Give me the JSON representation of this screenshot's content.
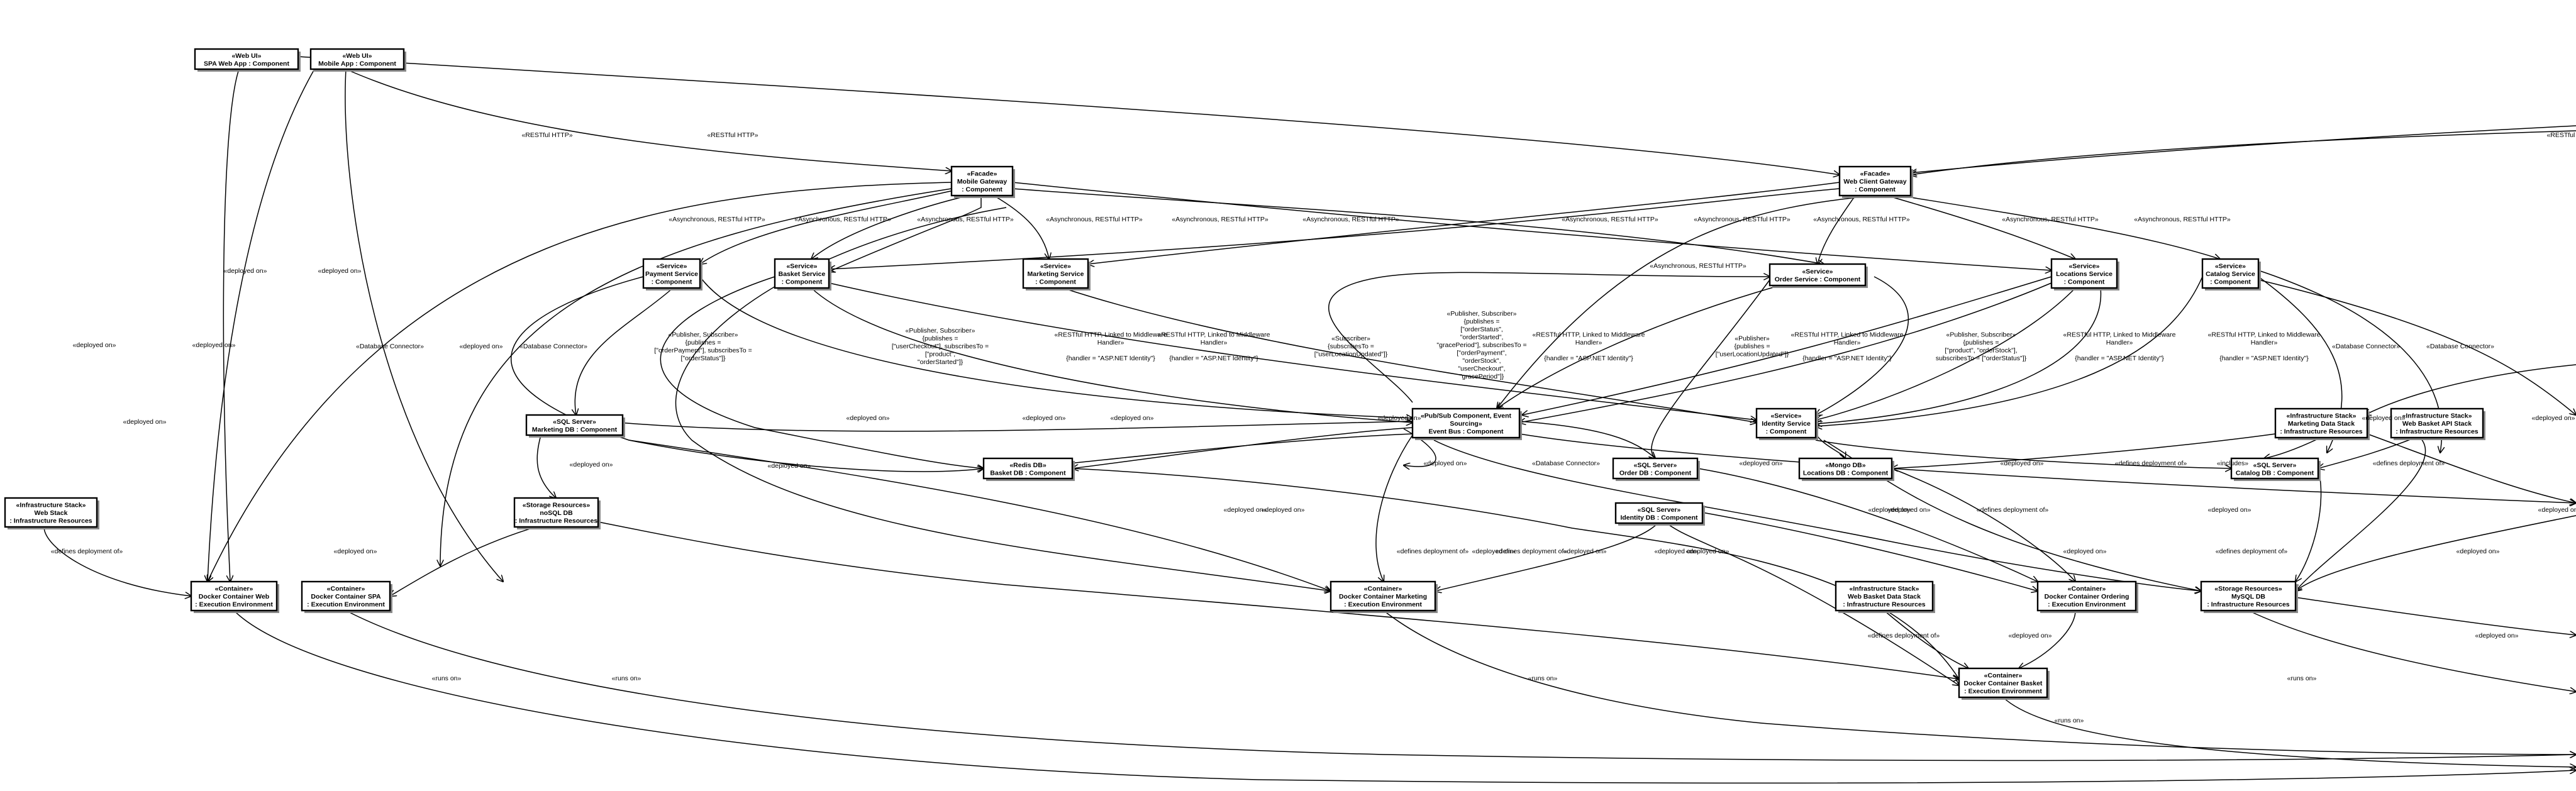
{
  "nodes": [
    {
      "id": "spa",
      "lines": [
        "«Web UI»",
        "SPA Web App : Component"
      ]
    },
    {
      "id": "mobileapp",
      "lines": [
        "«Web UI»",
        "Mobile App : Component"
      ]
    },
    {
      "id": "mobilegw",
      "lines": [
        "«Facade»",
        "Mobile Gateway",
        ": Component"
      ]
    },
    {
      "id": "webgw",
      "lines": [
        "«Facade»",
        "Web Client Gateway",
        ": Component"
      ]
    },
    {
      "id": "payment",
      "lines": [
        "«Service»",
        "Payment Service",
        ": Component"
      ]
    },
    {
      "id": "basket",
      "lines": [
        "«Service»",
        "Basket Service",
        ": Component"
      ]
    },
    {
      "id": "marketing",
      "lines": [
        "«Service»",
        "Marketing Service",
        ": Component"
      ]
    },
    {
      "id": "order",
      "lines": [
        "«Service»",
        "Order Service : Component"
      ]
    },
    {
      "id": "locations",
      "lines": [
        "«Service»",
        "Locations Service",
        ": Component"
      ]
    },
    {
      "id": "catalog",
      "lines": [
        "«Service»",
        "Catalog Service",
        ": Component"
      ]
    },
    {
      "id": "eventbus",
      "lines": [
        "«Pub/Sub Component, Event",
        "Sourcing»",
        "Event Bus : Component"
      ]
    },
    {
      "id": "identity",
      "lines": [
        "«Service»",
        "Identity Service",
        ": Component"
      ]
    },
    {
      "id": "marketingdb",
      "lines": [
        "«SQL Server»",
        "Marketing DB : Component"
      ]
    },
    {
      "id": "basketdb",
      "lines": [
        "«Redis DB»",
        "Basket DB : Component"
      ]
    },
    {
      "id": "orderdb",
      "lines": [
        "«SQL Server»",
        "Order DB : Component"
      ]
    },
    {
      "id": "locationsdb",
      "lines": [
        "«Mongo DB»",
        "Locations DB : Component"
      ]
    },
    {
      "id": "catalogdb",
      "lines": [
        "«SQL Server»",
        "Catalog DB : Component"
      ]
    },
    {
      "id": "identitydb",
      "lines": [
        "«SQL Server»",
        "Identity DB : Component"
      ]
    },
    {
      "id": "mktstack",
      "lines": [
        "«Infrastructure Stack»",
        "Marketing Data Stack",
        ": Infrastructure Resources"
      ]
    },
    {
      "id": "wbapistack",
      "lines": [
        "«Infrastructure Stack»",
        "Web Basket API Stack",
        ": Infrastructure Resources"
      ]
    },
    {
      "id": "webstack",
      "lines": [
        "«Infrastructure Stack»",
        "Web Stack",
        ": Infrastructure Resources"
      ]
    },
    {
      "id": "nosql",
      "lines": [
        "«Storage Resources»",
        "noSQL DB",
        ": Infrastructure Resources"
      ]
    },
    {
      "id": "dcweb",
      "lines": [
        "«Container»",
        "Docker Container Web",
        ": Execution Environment"
      ]
    },
    {
      "id": "dcspa",
      "lines": [
        "«Container»",
        "Docker Container SPA",
        ": Execution Environment"
      ]
    },
    {
      "id": "dcmkt",
      "lines": [
        "«Container»",
        "Docker Container Marketing",
        ": Execution Environment"
      ]
    },
    {
      "id": "wbdatastack",
      "lines": [
        "«Infrastructure Stack»",
        "Web Basket Data Stack",
        ": Infrastructure Resources"
      ]
    },
    {
      "id": "dcorder",
      "lines": [
        "«Container»",
        "Docker Container Ordering",
        ": Execution Environment"
      ]
    },
    {
      "id": "mysql",
      "lines": [
        "«Storage Resources»",
        "MySQL DB",
        ": Infrastructure Resources"
      ]
    },
    {
      "id": "dcbasket",
      "lines": [
        "«Container»",
        "Docker Container Basket",
        ": Execution Environment"
      ]
    }
  ],
  "edges": [
    {
      "id": "e1",
      "lines": [
        "«RESTful HTTP»"
      ]
    },
    {
      "id": "e2",
      "lines": [
        "«RESTful HTTP»"
      ]
    },
    {
      "id": "e3",
      "lines": [
        "«RESTful HTTP»"
      ]
    },
    {
      "id": "e4",
      "lines": [
        "«Asynchronous, RESTful HTTP»"
      ]
    },
    {
      "id": "e5",
      "lines": [
        "«Asynchronous, RESTful HTTP»"
      ]
    },
    {
      "id": "e6",
      "lines": [
        "«Asynchronous, RESTful HTTP»"
      ]
    },
    {
      "id": "e7",
      "lines": [
        "«Asynchronous, RESTful HTTP»"
      ]
    },
    {
      "id": "e8",
      "lines": [
        "«Asynchronous, RESTful HTTP»"
      ]
    },
    {
      "id": "e9",
      "lines": [
        "«Asynchronous, RESTful HTTP»"
      ]
    },
    {
      "id": "e10",
      "lines": [
        "«Asynchronous, RESTful HTTP»"
      ]
    },
    {
      "id": "e11",
      "lines": [
        "«Asynchronous, RESTful HTTP»"
      ]
    },
    {
      "id": "e12",
      "lines": [
        "«Asynchronous, RESTful HTTP»"
      ]
    },
    {
      "id": "e13",
      "lines": [
        "«Asynchronous, RESTful HTTP»"
      ]
    },
    {
      "id": "e14",
      "lines": [
        "«Asynchronous, RESTful HTTP»"
      ]
    },
    {
      "id": "e15",
      "lines": [
        "«Asynchronous, RESTful HTTP»"
      ]
    },
    {
      "id": "e16",
      "lines": [
        "«deployed on»"
      ]
    },
    {
      "id": "e17",
      "lines": [
        "«deployed on»"
      ]
    },
    {
      "id": "e18",
      "lines": [
        "«deployed on»"
      ]
    },
    {
      "id": "e19",
      "lines": [
        "«deployed on»"
      ]
    },
    {
      "id": "e20",
      "lines": [
        "«deployed on»"
      ]
    },
    {
      "id": "e21",
      "lines": [
        "«Database Connector»"
      ]
    },
    {
      "id": "e22",
      "lines": [
        "«deployed on»"
      ]
    },
    {
      "id": "e23",
      "lines": [
        "«Database Connector»"
      ]
    },
    {
      "id": "e24",
      "lines": [
        "«Publisher, Subscriber»",
        "{publishes =",
        "[\"orderPayment\"], subscribesTo =",
        "[\"orderStatus\"]}"
      ]
    },
    {
      "id": "e25",
      "lines": [
        "«Publisher, Subscriber»",
        "{publishes =",
        "[\"userCheckout\"], subscribesTo =",
        "[\"product\",",
        "\"orderStarted\"]}"
      ]
    },
    {
      "id": "e26",
      "lines": [
        "«RESTful HTTP, Linked to Middleware",
        "Handler»",
        "",
        "{handler = \"ASP.NET Identity\"}"
      ]
    },
    {
      "id": "e27",
      "lines": [
        "«RESTful HTTP, Linked to Middleware",
        "Handler»",
        "",
        "{handler = \"ASP.NET Identity\"}"
      ]
    },
    {
      "id": "e28",
      "lines": [
        "«Subscriber»",
        "{subscribesTo =",
        "[\"userLocationUpdated\"]}"
      ]
    },
    {
      "id": "e29",
      "lines": [
        "«Publisher, Subscriber»",
        "{publishes =",
        "[\"orderStatus\",",
        "\"orderStarted\",",
        "\"gracePeriod\"], subscribesTo =",
        "[\"orderPayment\",",
        "\"orderStock\",",
        "\"userCheckout\",",
        "\"gracePeriod\"]}"
      ]
    },
    {
      "id": "e30",
      "lines": [
        "«RESTful HTTP, Linked to Middleware",
        "Handler»",
        "",
        "{handler = \"ASP.NET Identity\"}"
      ]
    },
    {
      "id": "e31",
      "lines": [
        "«Publisher»",
        "{publishes =",
        "[\"userLocationUpdated\"]}"
      ]
    },
    {
      "id": "e32",
      "lines": [
        "«RESTful HTTP, Linked to Middleware",
        "Handler»",
        "",
        "{handler = \"ASP.NET Identity\"}"
      ]
    },
    {
      "id": "e33",
      "lines": [
        "«Publisher, Subscriber»",
        "{publishes =",
        "[\"product\", \"orderStock\"],",
        "subscribesTo = [\"orderStatus\"]}"
      ]
    },
    {
      "id": "e34",
      "lines": [
        "«RESTful HTTP, Linked to Middleware",
        "Handler»",
        "",
        "{handler = \"ASP.NET Identity\"}"
      ]
    },
    {
      "id": "e35",
      "lines": [
        "«RESTful HTTP, Linked to Middleware",
        "Handler»",
        "",
        "{handler = \"ASP.NET Identity\"}"
      ]
    },
    {
      "id": "e36",
      "lines": [
        "«Database Connector»"
      ]
    },
    {
      "id": "e37",
      "lines": [
        "«Database Connector»"
      ]
    },
    {
      "id": "e38",
      "lines": [
        "«deployed on»"
      ]
    },
    {
      "id": "e39",
      "lines": [
        "«deployed on»"
      ]
    },
    {
      "id": "e40",
      "lines": [
        "«deployed on»"
      ]
    },
    {
      "id": "e41",
      "lines": [
        "«deployed on»"
      ]
    },
    {
      "id": "e42",
      "lines": [
        "«deployed on»"
      ]
    },
    {
      "id": "e43",
      "lines": [
        "«deployed on»"
      ]
    },
    {
      "id": "e44",
      "lines": [
        "«deployed on»"
      ]
    },
    {
      "id": "e45",
      "lines": [
        "«Database Connector»"
      ]
    },
    {
      "id": "e46",
      "lines": [
        "«deployed on»"
      ]
    },
    {
      "id": "e47",
      "lines": [
        "«defines deployment of»"
      ]
    },
    {
      "id": "e48",
      "lines": [
        "«deployed on»"
      ]
    },
    {
      "id": "e49",
      "lines": [
        "«includes»"
      ]
    },
    {
      "id": "e50",
      "lines": [
        "«defines deployment of»"
      ]
    },
    {
      "id": "e51",
      "lines": [
        "«deployed on»"
      ]
    },
    {
      "id": "e52",
      "lines": [
        "«deployed on»"
      ]
    },
    {
      "id": "e53",
      "lines": [
        "«defines deployment of»"
      ]
    },
    {
      "id": "e54",
      "lines": [
        "«deployed on»"
      ]
    },
    {
      "id": "e55",
      "lines": [
        "«deployed on»"
      ]
    },
    {
      "id": "e56",
      "lines": [
        "«deployed on»"
      ]
    },
    {
      "id": "e57",
      "lines": [
        "«defines deployment of»"
      ]
    },
    {
      "id": "e58",
      "lines": [
        "«deployed on»"
      ]
    },
    {
      "id": "e59",
      "lines": [
        "«defines deployment of»"
      ]
    },
    {
      "id": "e60",
      "lines": [
        "«deployed on»"
      ]
    },
    {
      "id": "e61",
      "lines": [
        "«deployed on»"
      ]
    },
    {
      "id": "e62",
      "lines": [
        "«deployed on»"
      ]
    },
    {
      "id": "e63",
      "lines": [
        "«deployed on»"
      ]
    },
    {
      "id": "e64",
      "lines": [
        "«deployed on»"
      ]
    },
    {
      "id": "e65",
      "lines": [
        "«defines deployment of»"
      ]
    },
    {
      "id": "e66",
      "lines": [
        "«deployed on»"
      ]
    },
    {
      "id": "e67",
      "lines": [
        "«deployed on»"
      ]
    },
    {
      "id": "e68",
      "lines": [
        "«deployed on»"
      ]
    },
    {
      "id": "e69",
      "lines": [
        "«defines deployment of»"
      ]
    },
    {
      "id": "e70",
      "lines": [
        "«deployed on»"
      ]
    },
    {
      "id": "e71",
      "lines": [
        "«defines deployment of»"
      ]
    },
    {
      "id": "e72",
      "lines": [
        "«runs on»"
      ]
    },
    {
      "id": "e73",
      "lines": [
        "«runs on»"
      ]
    },
    {
      "id": "e74",
      "lines": [
        "«runs on»"
      ]
    },
    {
      "id": "e75",
      "lines": [
        "«runs on»"
      ]
    },
    {
      "id": "e76",
      "lines": [
        "«runs on»"
      ]
    },
    {
      "id": "e77",
      "lines": [
        "«RESTful HTTP»"
      ]
    },
    {
      "id": "e78",
      "lines": [
        "«deployed on»"
      ]
    },
    {
      "id": "e79",
      "lines": [
        "«deployed on»"
      ]
    }
  ]
}
